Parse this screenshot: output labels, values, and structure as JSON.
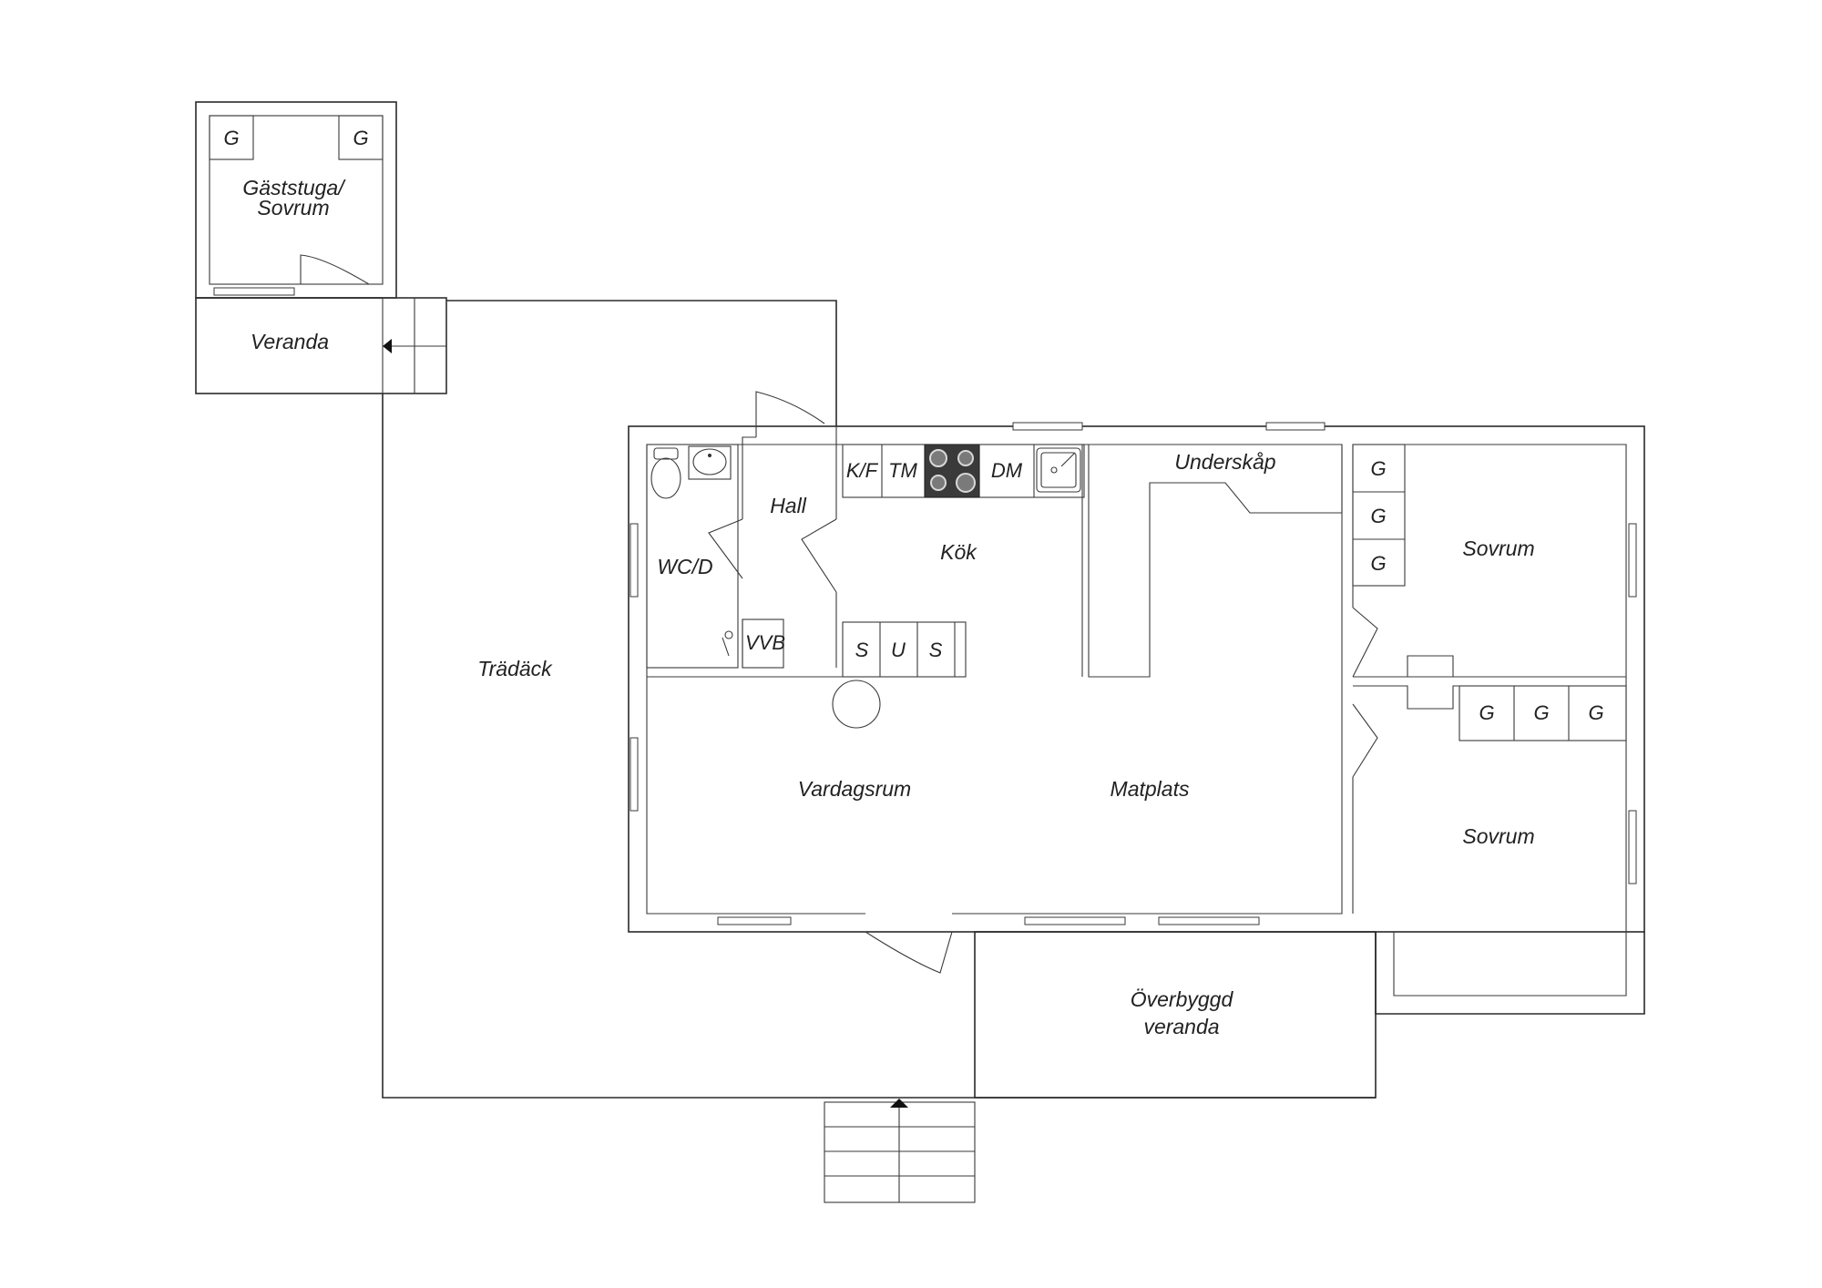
{
  "rooms": {
    "guest_cabin_line1": "Gäststuga/",
    "guest_cabin_line2": "Sovrum",
    "veranda": "Veranda",
    "deck": "Trädäck",
    "wc": "WC/D",
    "hall": "Hall",
    "kitchen": "Kök",
    "undercabinet": "Underskåp",
    "bedroom_1": "Sovrum",
    "bedroom_2": "Sovrum",
    "living_room": "Vardagsrum",
    "dining": "Matplats",
    "covered_veranda_line1": "Överbyggd",
    "covered_veranda_line2": "veranda",
    "water_heater": "VVB"
  },
  "appliances": {
    "fridge_freezer": "K/F",
    "dryer": "TM",
    "dishwasher": "DM"
  },
  "storage": {
    "wardrobe_cabin_left": "G",
    "wardrobe_cabin_right": "G",
    "wardrobe_bed1_top": "G",
    "wardrobe_bed1_mid": "G",
    "wardrobe_bed1_bot": "G",
    "wardrobe_bed2_1": "G",
    "wardrobe_bed2_2": "G",
    "wardrobe_bed2_3": "G",
    "closet_s1": "S",
    "closet_u": "U",
    "closet_s2": "S"
  },
  "icons": [
    "toilet-icon",
    "sink-icon",
    "stove-icon",
    "kitchen-sink-icon",
    "dining-table-icon",
    "entry-arrow-icon",
    "stairs-icon",
    "door-swing-icon",
    "window-icon"
  ]
}
